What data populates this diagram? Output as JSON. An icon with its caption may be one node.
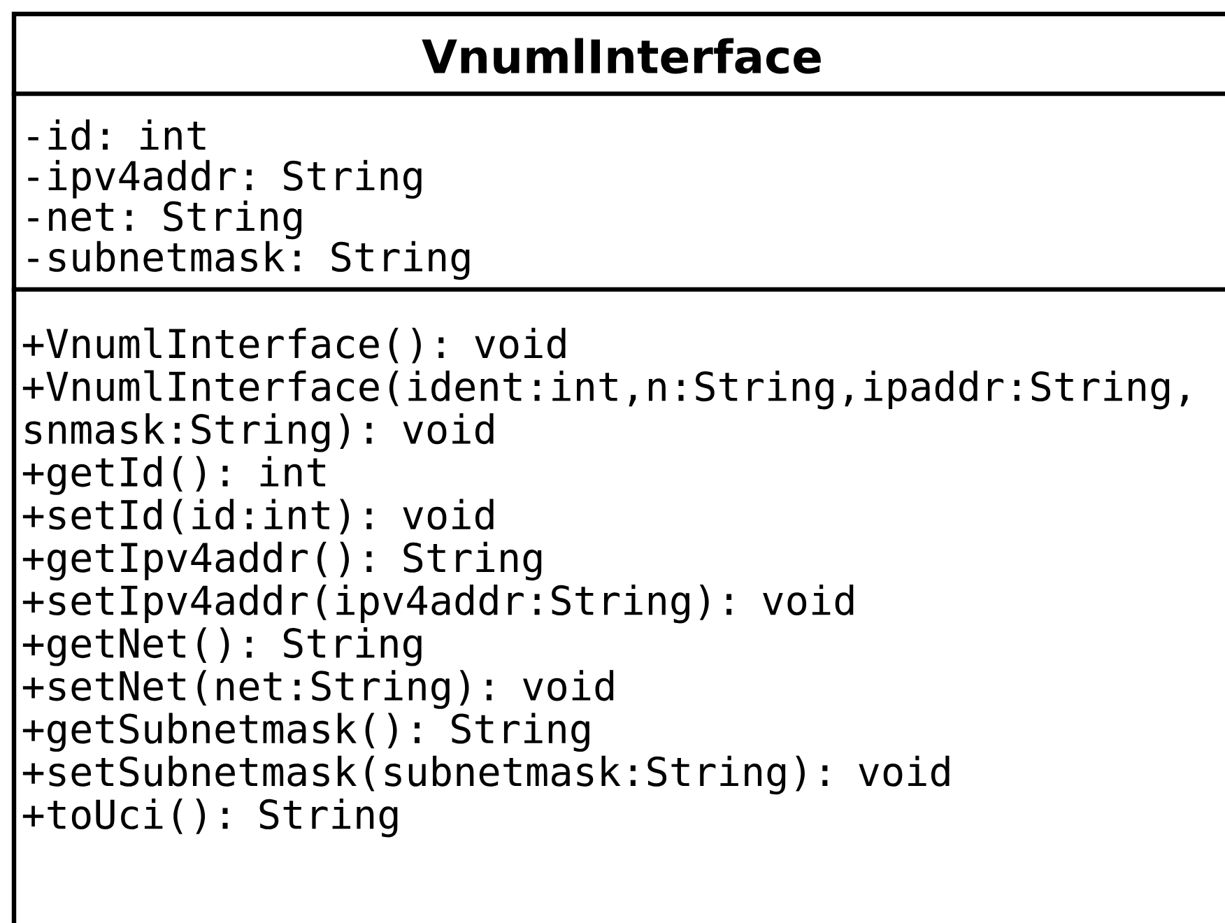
{
  "diagram": {
    "nodes": [
      {
        "text": [
          "VnumlInterface"
        ]
      },
      {
        "text": [
          "-id: int",
          "-ipv4addr: String",
          "-net: String",
          "-subnetmask: String"
        ],
        "in": 0
      },
      {
        "text": [
          "+VnumlInterface(): void",
          "+VnumlInterface(ident:int,n:String,ipaddr:String, snmask:String): void",
          "+getId(): int",
          "+setId(id:int): void",
          "+getIpv4addr(): String",
          "+setIpv4addr(ipv4addr:String): void",
          "+getNet(): String",
          "+setNet(net:String): void",
          "+getSubnetmask(): String",
          "+setSubnetmask(subnetmask:String): void",
          "+toUci(): String"
        ],
        "in": 0
      }
    ]
  }
}
